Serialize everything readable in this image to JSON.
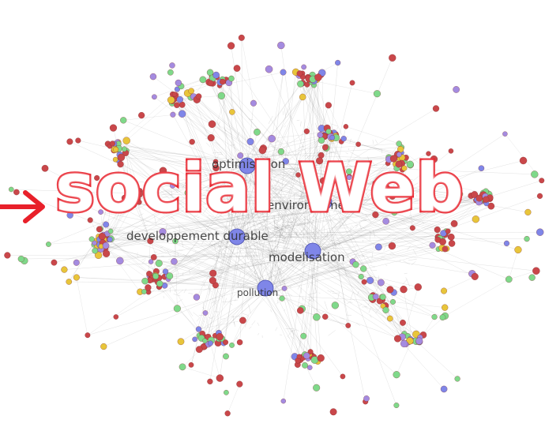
{
  "overlay": {
    "caption": "social Web",
    "arrow_color": "#e8202a"
  },
  "graph": {
    "hub_labels": [
      "optimisation",
      "environnement",
      "developpement durable",
      "modelisation",
      "pollution"
    ],
    "node_colors": {
      "red": "#c9474a",
      "green": "#7fd98a",
      "purple": "#a48be0",
      "blue": "#7f86e8",
      "yellow": "#e8c53a"
    }
  }
}
